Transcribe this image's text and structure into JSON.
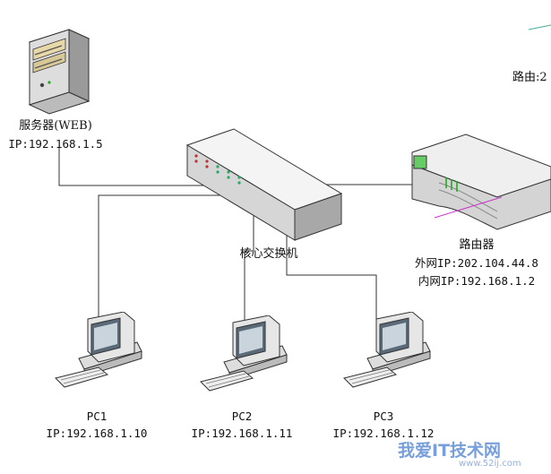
{
  "server": {
    "name": "服务器(WEB)",
    "ip": "IP:192.168.1.5"
  },
  "switch": {
    "name": "核心交换机"
  },
  "router": {
    "name": "路由器",
    "wan_ip": "外网IP:202.104.44.8",
    "lan_ip": "内网IP:192.168.1.2"
  },
  "remote_route": {
    "label": "路由:2"
  },
  "pcs": [
    {
      "name": "PC1",
      "ip": "IP:192.168.1.10"
    },
    {
      "name": "PC2",
      "ip": "IP:192.168.1.11"
    },
    {
      "name": "PC3",
      "ip": "IP:192.168.1.12"
    }
  ],
  "watermark": {
    "text": "我爱IT技术网",
    "url": "www.52ij.com"
  }
}
